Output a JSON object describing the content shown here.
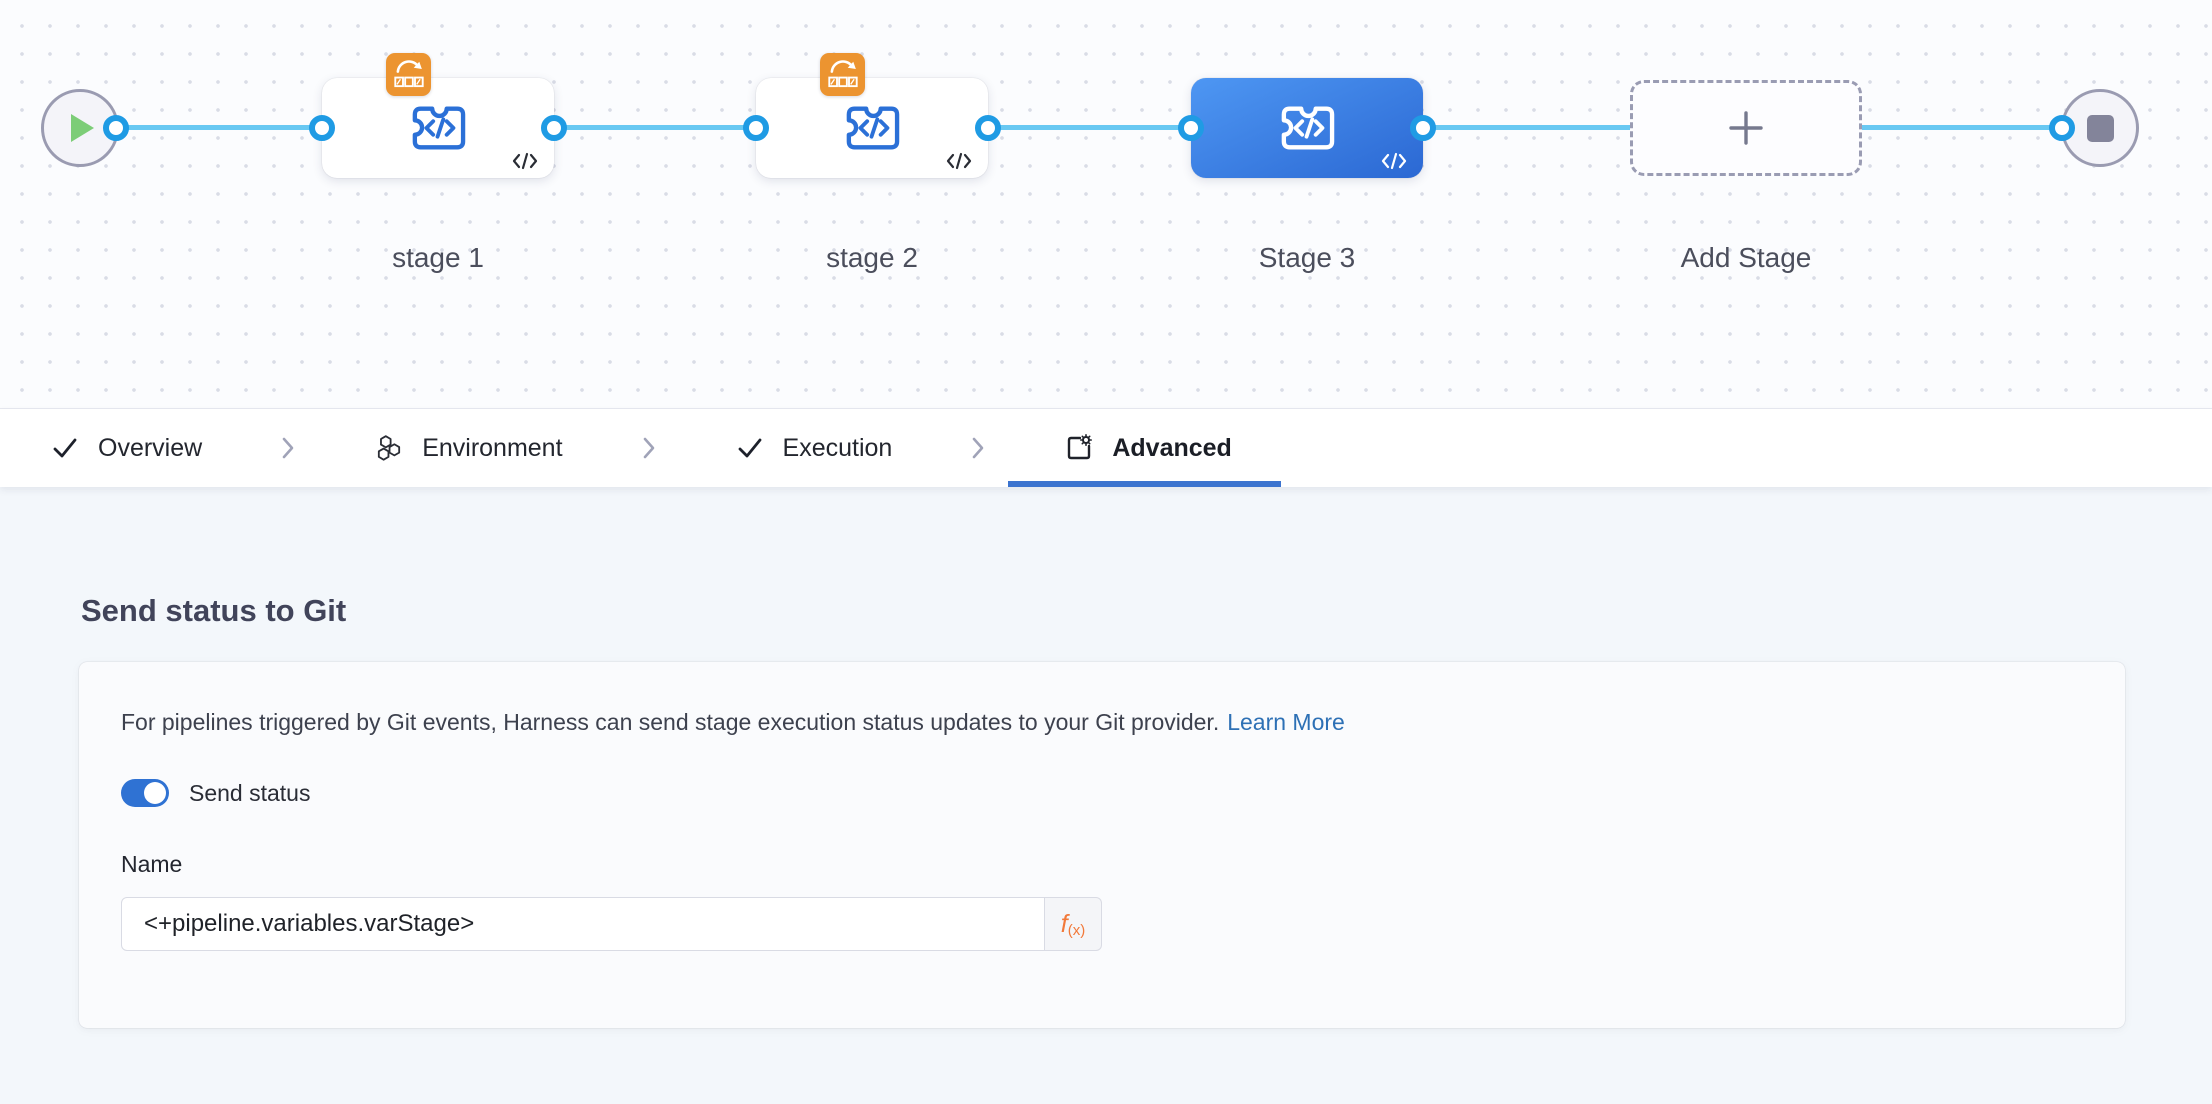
{
  "pipeline_canvas": {
    "start_node": "play",
    "end_node": "stop",
    "stages": [
      {
        "label": "stage 1",
        "type": "custom-stage",
        "selected": false,
        "badge": "rolling-strategy-icon"
      },
      {
        "label": "stage 2",
        "type": "custom-stage",
        "selected": false,
        "badge": "rolling-strategy-icon"
      },
      {
        "label": "Stage 3",
        "type": "custom-stage",
        "selected": true,
        "badge": null
      },
      {
        "label": "Add Stage",
        "type": "add-stage"
      }
    ]
  },
  "tab_bar": {
    "tabs": [
      {
        "label": "Overview",
        "icon": "check-icon",
        "state": "completed"
      },
      {
        "label": "Environment",
        "icon": "environment-icon",
        "state": "default"
      },
      {
        "label": "Execution",
        "icon": "check-icon",
        "state": "completed"
      },
      {
        "label": "Advanced",
        "icon": "advanced-icon",
        "state": "active"
      }
    ]
  },
  "advanced_panel": {
    "section_title": "Send status to Git",
    "description": "For pipelines triggered by Git events, Harness can send stage execution status updates to your Git provider.",
    "learn_more_label": "Learn More",
    "toggle_label": "Send status",
    "toggle_on": true,
    "name_label": "Name",
    "name_value": "<+pipeline.variables.varStage>",
    "expression_button": {
      "f": "f",
      "sub": "(x)"
    }
  },
  "colors": {
    "active_tab_underline": "#3b73cf",
    "selected_stage_gradient_start": "#4e97f3",
    "selected_stage_gradient_end": "#2b68d3",
    "link_line_blue": "#68c8f2",
    "connector_ring_blue": "#1f9be4",
    "stage_icon_blue": "#2b70d7",
    "badge_orange": "#ec9430",
    "toggle_on_blue": "#2f72d3",
    "learn_more_link_blue": "#2d70b5",
    "expression_orange": "#f2793a",
    "play_green": "#7ccd77",
    "stop_grey": "#83849a",
    "panel_bg": "#fafbfd",
    "content_bg": "#f3f7fb"
  }
}
